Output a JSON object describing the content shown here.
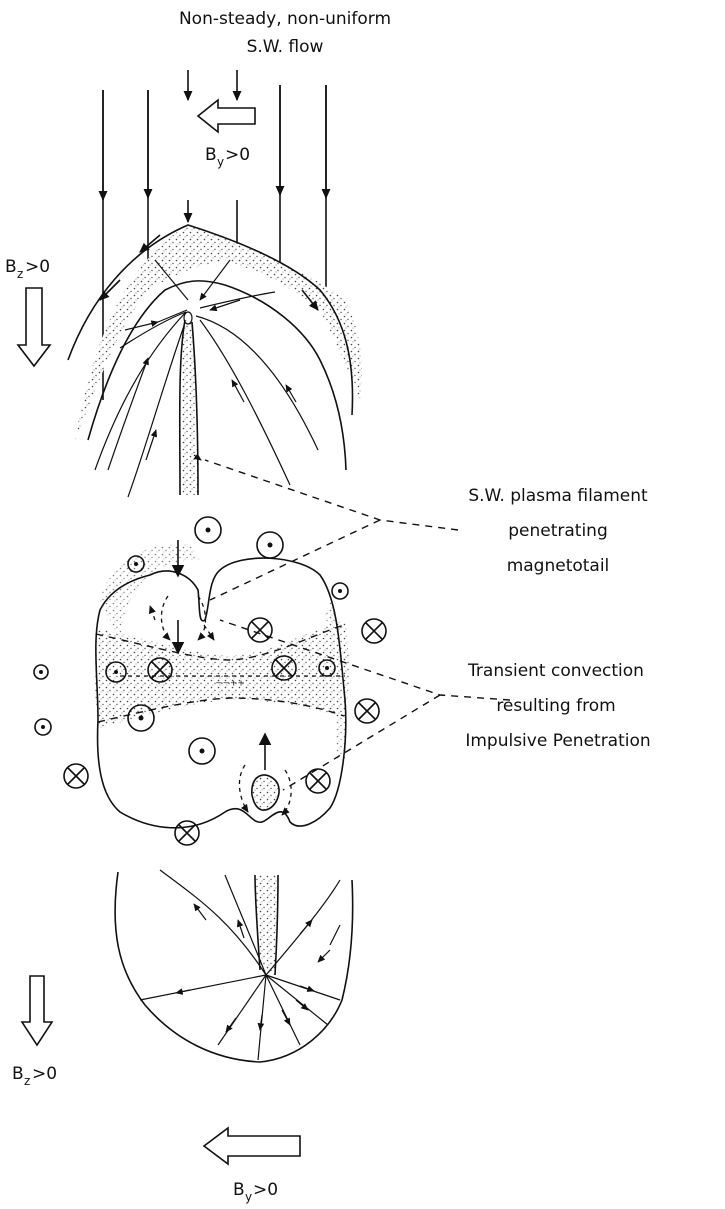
{
  "labels": {
    "flow_line1": "Non-steady, non-uniform",
    "flow_line2": "S.W. flow",
    "by_top": "B",
    "by_top_sub": "y",
    "by_top_rel": ">0",
    "bz_top": "B",
    "bz_top_sub": "z",
    "bz_top_rel": ">0",
    "bz_bot": "B",
    "bz_bot_sub": "z",
    "bz_bot_rel": ">0",
    "by_bot": "B",
    "by_bot_sub": "y",
    "by_bot_rel": ">0",
    "filament_line1": "S.W. plasma filament",
    "filament_line2": "penetrating",
    "filament_line3": "magnetotail",
    "convection_line1": "Transient convection",
    "convection_line2": "resulting from",
    "convection_line3": "Impulsive Penetration"
  }
}
